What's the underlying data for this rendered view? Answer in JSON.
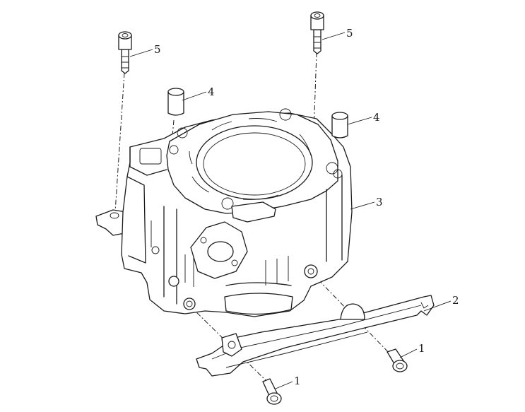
{
  "diagram": {
    "callouts": [
      {
        "id": "bolt-short-right",
        "label": "1"
      },
      {
        "id": "bolt-short-left",
        "label": "1"
      },
      {
        "id": "guide-plate",
        "label": "2"
      },
      {
        "id": "cylinder",
        "label": "3"
      },
      {
        "id": "dowel-left",
        "label": "4"
      },
      {
        "id": "dowel-right",
        "label": "4"
      },
      {
        "id": "bolt-long-left",
        "label": "5"
      },
      {
        "id": "bolt-long-right",
        "label": "5"
      }
    ]
  }
}
